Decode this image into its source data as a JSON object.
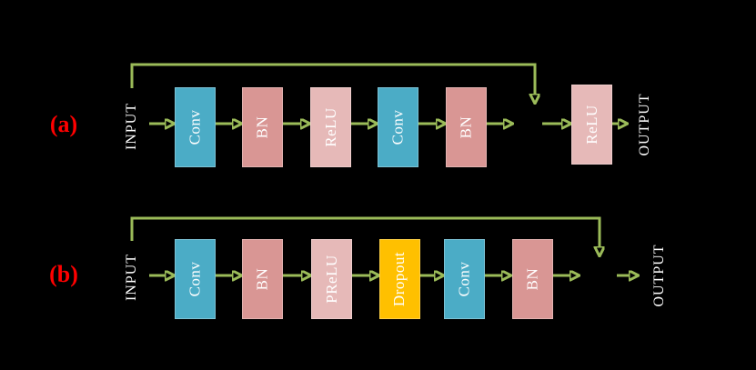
{
  "figure": {
    "description": "Two residual block diagrams on black background with skip connections",
    "colors": {
      "background": "#000000",
      "arrow": "#9BBB59",
      "row_label": "#FF0000",
      "block_text": "#FFFFFF",
      "io_text": "#FFFFFF",
      "conv": "#4BACC6",
      "bn": "#D99694",
      "relu": "#E6B9B8",
      "prelu": "#E6B9B8",
      "dropout": "#FFC000"
    },
    "rows": [
      {
        "label": "(a)",
        "input": "INPUT",
        "output": "OUTPUT",
        "boxes": [
          {
            "label": "Conv",
            "color": "#4BACC6"
          },
          {
            "label": "BN",
            "color": "#D99694"
          },
          {
            "label": "ReLU",
            "color": "#E6B9B8"
          },
          {
            "label": "Conv",
            "color": "#4BACC6"
          },
          {
            "label": "BN",
            "color": "#D99694"
          },
          {
            "label": "ReLU",
            "color": "#E6B9B8"
          }
        ]
      },
      {
        "label": "(b)",
        "input": "INPUT",
        "output": "OUTPUT",
        "boxes": [
          {
            "label": "Conv",
            "color": "#4BACC6"
          },
          {
            "label": "BN",
            "color": "#D99694"
          },
          {
            "label": "PReLU",
            "color": "#E6B9B8"
          },
          {
            "label": "Dropout",
            "color": "#FFC000"
          },
          {
            "label": "Conv",
            "color": "#4BACC6"
          },
          {
            "label": "BN",
            "color": "#D99694"
          }
        ]
      }
    ]
  }
}
